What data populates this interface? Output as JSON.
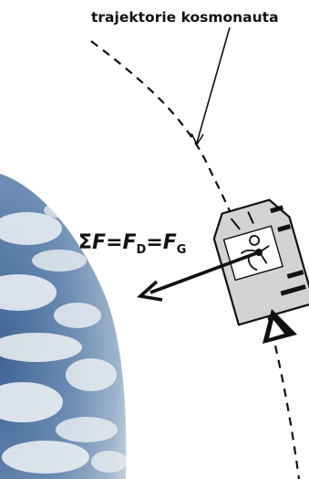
{
  "trajectory_label": "trajektorie kosmonauta",
  "force_equation": {
    "sum_symbol": "Σ",
    "force": "F",
    "equals": "=",
    "sub_d": "D",
    "sub_g": "G"
  },
  "colors": {
    "ink": "#111111",
    "space_background": "#ffffff",
    "ocean": "#5b7fa8",
    "cloud": "#e9eef2",
    "capsule": "#cfcfcf"
  }
}
